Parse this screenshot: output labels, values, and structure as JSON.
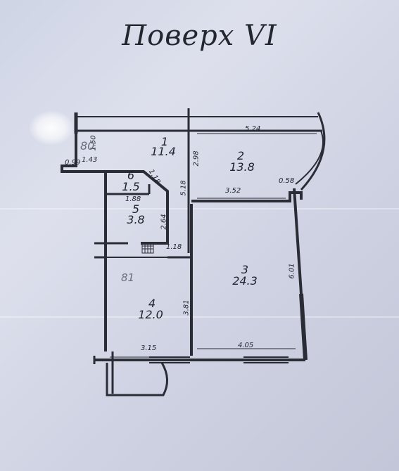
{
  "title": "Поверх VI",
  "rooms": [
    {
      "number": "1",
      "area": "11.4"
    },
    {
      "number": "2",
      "area": "13.8"
    },
    {
      "number": "3",
      "area": "24.3"
    },
    {
      "number": "4",
      "area": "12.0"
    },
    {
      "number": "5",
      "area": "3.8"
    },
    {
      "number": "6",
      "area": "1.5"
    }
  ],
  "dimensions": {
    "d_5_24": "5.24",
    "d_1_50": "1.50",
    "d_1_43": "1.43",
    "d_0_99": "0.99",
    "d_2_98": "2.98",
    "d_1_18_diag": "1.18",
    "d_5_18": "5.18",
    "d_3_52": "3.52",
    "d_0_58": "0.58",
    "d_1_88": "1.88",
    "d_2_64": "2.64",
    "d_1_18": "1.18",
    "d_6_01": "6.01",
    "d_3_81": "3.81",
    "d_3_15": "3.15",
    "d_4_05": "4.05"
  },
  "handwritten": {
    "note_80": "80",
    "note_81": "81"
  },
  "colors": {
    "paper": "#d6d9e8",
    "wall": "#2a2d36",
    "ink": "#1e222c"
  }
}
